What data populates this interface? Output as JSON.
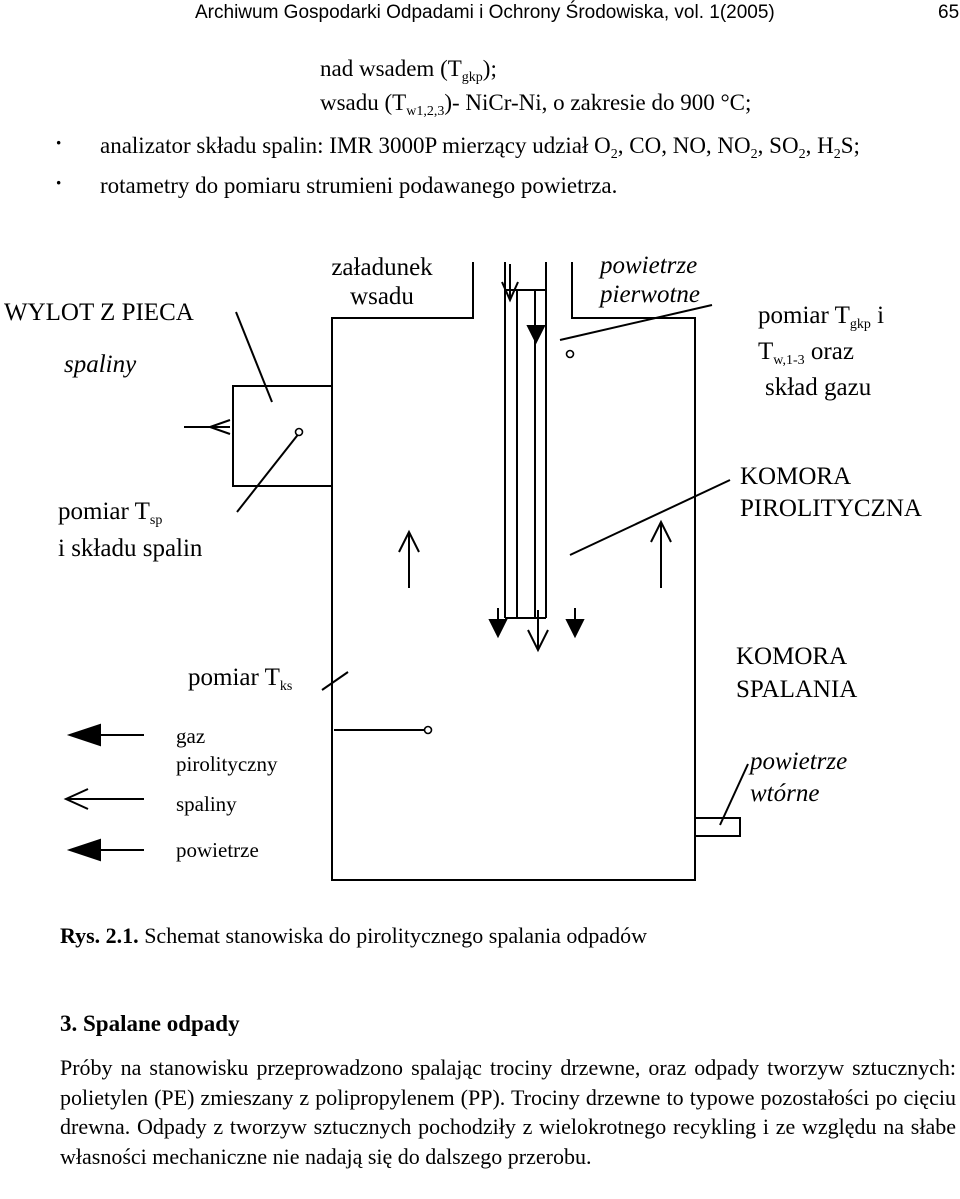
{
  "header": {
    "journal": "Archiwum Gospodarki Odpadami i Ochrony Środowiska, vol. 1(2005)",
    "page_number": "65"
  },
  "intro": {
    "line1_pre": "nad wsadem (T",
    "line1_sub": "gkp",
    "line1_post": ");",
    "line2_pre": "wsadu (T",
    "line2_sub": "w1,2,3",
    "line2_post": ")- NiCr-Ni, o zakresie do 900 °C;",
    "bullet": "·",
    "bullet1": {
      "t1": "analizator składu spalin: IMR 3000P mierzący udział O",
      "s1": "2",
      "t2": ", CO, NO, NO",
      "s2": "2",
      "t3": ", SO",
      "s3": "2",
      "t4": ", H",
      "s4": "2",
      "t5": "S;"
    },
    "bullet2": "rotametry do pomiaru strumieni podawanego powietrza."
  },
  "diagram": {
    "wylot": "WYLOT Z PIECA",
    "spaliny_top": "spaliny",
    "zaladunek_1": "załadunek",
    "zaladunek_2": "wsadu",
    "pow_pierw_1": "powietrze",
    "pow_pierw_2": "pierwotne",
    "pomiar_tgkp_1": "pomiar T",
    "pomiar_tgkp_sub1": "gkp",
    "pomiar_tgkp_i": " i",
    "pomiar_tgkp_2": "T",
    "pomiar_tgkp_sub2": "w,1-3",
    "pomiar_tgkp_oraz": " oraz",
    "pomiar_tgkp_3": "skład gazu",
    "pomiar_tsp_1": "pomiar T",
    "pomiar_tsp_sub": "sp",
    "pomiar_tsp_2": "i składu spalin",
    "komora_pir_1": "KOMORA",
    "komora_pir_2": "PIROLITYCZNA",
    "pomiar_tks": "pomiar T",
    "pomiar_tks_sub": "ks",
    "komora_spal_1": "KOMORA",
    "komora_spal_2": "SPALANIA",
    "gaz_1": "gaz",
    "gaz_2": "pirolityczny",
    "spaliny_leg": "spaliny",
    "powietrze_leg": "powietrze",
    "pow_wt_1": "powietrze",
    "pow_wt_2": "wtórne"
  },
  "caption": {
    "label": "Rys. 2.1.",
    "text": " Schemat stanowiska do pirolitycznego spalania odpadów"
  },
  "section": {
    "title": "3. Spalane odpady",
    "paragraph": "Próby na stanowisku przeprowadzono spalając trociny drzewne, oraz odpady tworzyw sztucznych: polietylen (PE) zmieszany z polipropylenem (PP). Trociny drzewne to typowe pozostałości po cięciu drewna. Odpady z tworzyw sztucznych pochodziły z wielokrotnego recykling i ze względu na słabe własności mechaniczne nie nadają się do dalszego przerobu."
  }
}
